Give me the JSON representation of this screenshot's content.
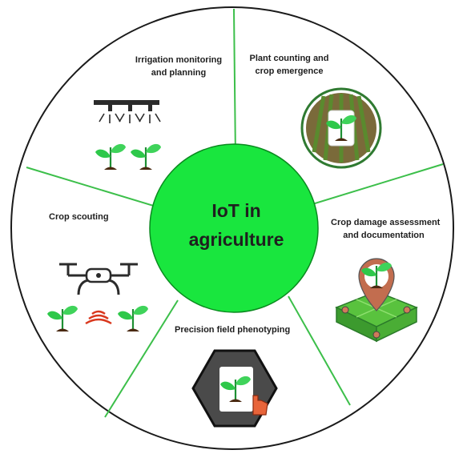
{
  "center": {
    "line1": "IoT in",
    "line2": "agriculture"
  },
  "segments": [
    {
      "id": "irrigation",
      "line1": "Irrigation monitoring",
      "line2": "and planning",
      "icon": "sprinkler-irrigation-icon"
    },
    {
      "id": "plant-counting",
      "line1": "Plant counting and",
      "line2": "crop emergence",
      "icon": "field-plant-icon"
    },
    {
      "id": "crop-damage",
      "line1": "Crop damage assessment",
      "line2": "and documentation",
      "icon": "map-location-plant-icon"
    },
    {
      "id": "phenotyping",
      "line1": "Precision field phenotyping",
      "line2": "",
      "icon": "tablet-touch-plant-icon"
    },
    {
      "id": "crop-scouting",
      "line1": "Crop scouting",
      "line2": "",
      "icon": "drone-scanning-plants-icon"
    }
  ],
  "colors": {
    "center_fill": "#19e63e",
    "center_stroke": "#0a8a1f",
    "divider": "#3cbf4a",
    "ring": "#1a1a1a",
    "leaf": "#2ec84a",
    "soil": "#4a2a12",
    "drone_signal": "#d9381e",
    "hexagon": "#4a4a4a"
  }
}
